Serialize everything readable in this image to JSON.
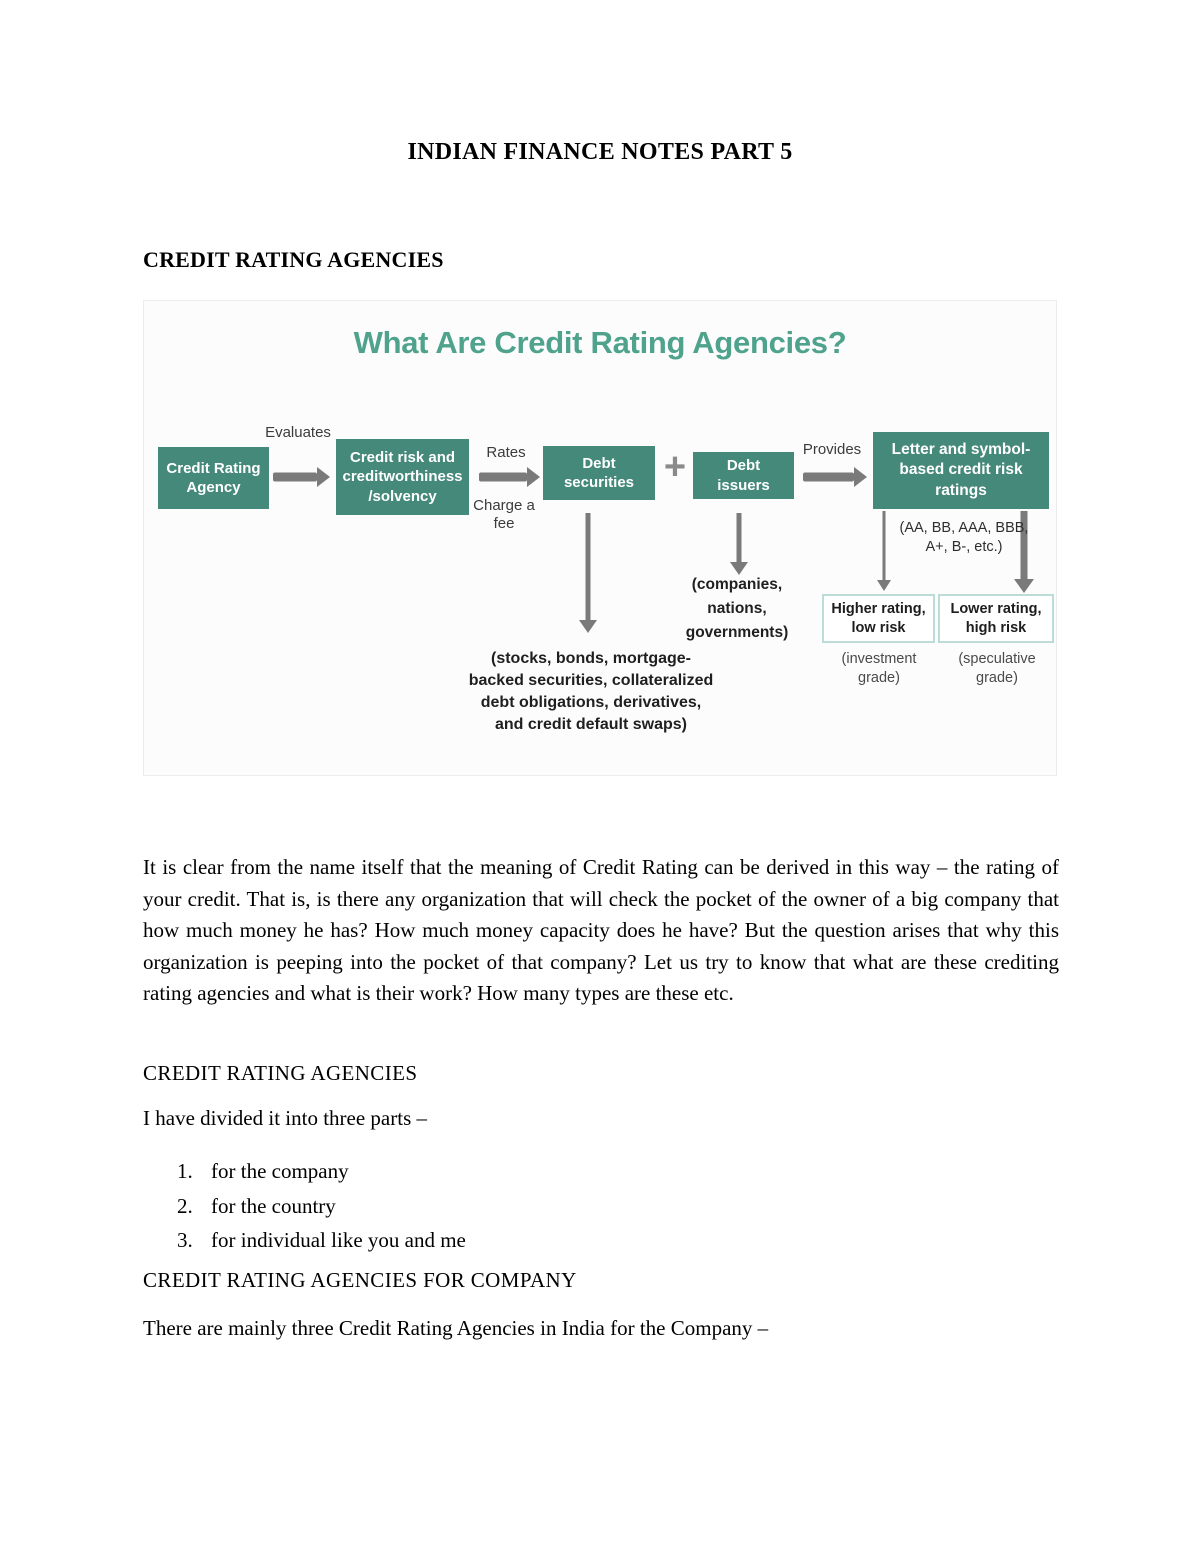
{
  "doc": {
    "title": "INDIAN FINANCE NOTES PART 5",
    "section_heading": "CREDIT RATING AGENCIES"
  },
  "diagram": {
    "title": "What Are Credit Rating Agencies?",
    "flow": {
      "agency_box": "Credit Rating Agency",
      "evaluates_label": "Evaluates",
      "risk_box": "Credit risk and creditworthiness /solvency",
      "rates_label": "Rates",
      "charge_label": "Charge a fee",
      "securities_box": "Debt securities",
      "plus_sign": "+",
      "issuers_box": "Debt issuers",
      "provides_label": "Provides",
      "ratings_box": "Letter and symbol-based credit risk ratings"
    },
    "annotations": {
      "securities_examples": "(stocks, bonds, mortgage-backed securities, collateralized debt obligations, derivatives, and credit default swaps)",
      "issuers_examples": "(companies, nations, governments)",
      "rating_symbols": "(AA, BB, AAA, BBB, A+, B-, etc.)",
      "higher_rating_box": "Higher rating, low risk",
      "lower_rating_box": "Lower rating, high risk",
      "investment_grade": "(investment grade)",
      "speculative_grade": "(speculative grade)"
    },
    "colors": {
      "box_teal": "#45897B",
      "title_teal": "#4FA28C",
      "arrow_gray": "#7A7A7A",
      "rating_box_border": "#BCDCD8",
      "diagram_background": "#FCFCFC"
    }
  },
  "body": {
    "paragraph": "It is clear from the name itself that the meaning of Credit Rating can be derived in this way – the rating of your credit. That is, is there any organization that will check the pocket of the owner of a big company that how much money he has? How much money capacity does he have? But the question arises that why this organization is peeping into the pocket of that company? Let us try to know that what are these crediting rating agencies and what is their work? How many types are these etc.",
    "subheading_agencies": "CREDIT RATING AGENCIES",
    "intro_line": "I have divided it into three parts –",
    "list": [
      {
        "num": "1.",
        "text": "for the company"
      },
      {
        "num": "2.",
        "text": "for the country"
      },
      {
        "num": "3.",
        "text": "for individual like you and me"
      }
    ],
    "subheading_company": "CREDIT RATING AGENCIES FOR COMPANY",
    "closing_line": "There are mainly three Credit Rating Agencies in India for the Company –"
  }
}
